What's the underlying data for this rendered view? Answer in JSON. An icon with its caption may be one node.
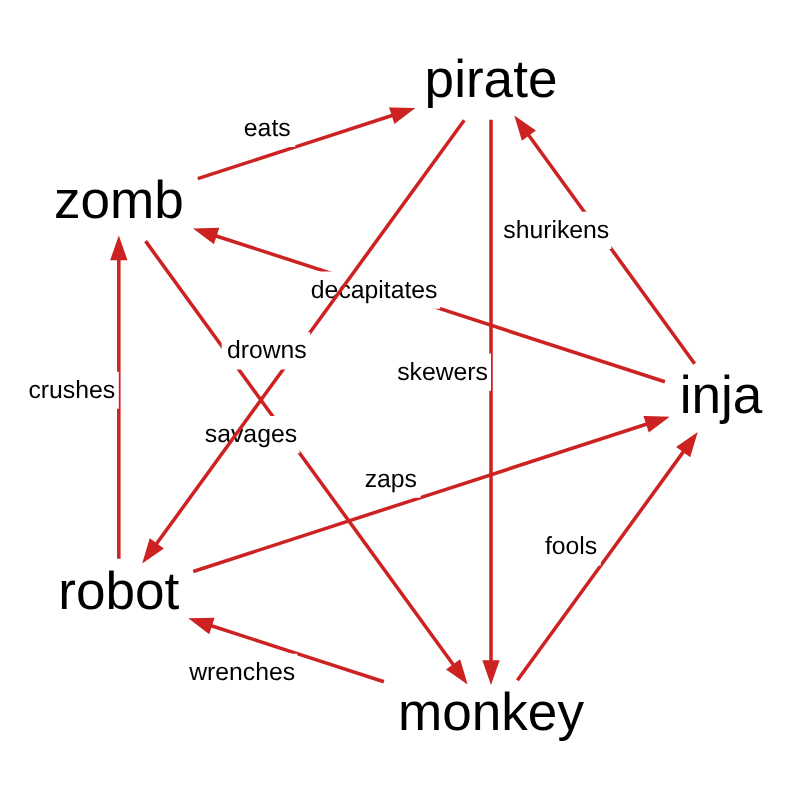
{
  "diagram": {
    "nodes": [
      {
        "text": [
          "monkey"
        ]
      },
      {
        "text": [
          "inja"
        ]
      },
      {
        "text": [
          "zomb"
        ]
      },
      {
        "text": [
          "pirate"
        ]
      },
      {
        "text": [
          "robot"
        ]
      }
    ],
    "edges": [
      {
        "from": 0,
        "to": 1,
        "arrow": "to",
        "label": "fools"
      },
      {
        "from": 1,
        "to": 2,
        "arrow": "to",
        "label": "decapitates"
      },
      {
        "from": 2,
        "to": 0,
        "arrow": "to",
        "label": "savages"
      },
      {
        "from": 0,
        "to": 4,
        "arrow": "to",
        "label": "wrenches"
      },
      {
        "from": 3,
        "to": 0,
        "arrow": "to",
        "label": "skewers"
      },
      {
        "from": 1,
        "to": 3,
        "arrow": "to",
        "label": "shurikens"
      },
      {
        "from": 4,
        "to": 1,
        "arrow": "to",
        "label": "zaps"
      },
      {
        "from": 2,
        "to": 3,
        "arrow": "to",
        "label": "eats"
      },
      {
        "from": 4,
        "to": 2,
        "arrow": "to",
        "label": "crushes"
      },
      {
        "from": 3,
        "to": 4,
        "arrow": "to",
        "label": "drowns"
      }
    ]
  }
}
